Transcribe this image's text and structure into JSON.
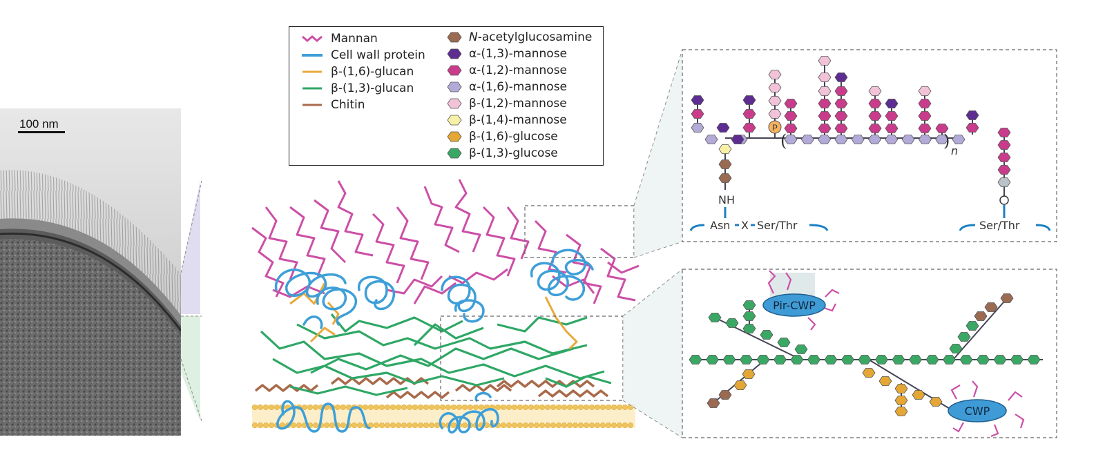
{
  "scale_bar": {
    "label": "100 nm"
  },
  "legend": {
    "lines": [
      {
        "label": "Mannan",
        "color": "#cc4fa6"
      },
      {
        "label": "Cell wall protein",
        "color": "#3e9fd8"
      },
      {
        "label": "β-(1,6)-glucan",
        "color": "#e8a93a"
      },
      {
        "label": "β-(1,3)-glucan",
        "color": "#2fa765"
      },
      {
        "label": "Chitin",
        "color": "#a86a4a"
      }
    ],
    "hexes": [
      {
        "label_prefix": "N",
        "label": "-acetylglucosamine",
        "color": "#9a6a52"
      },
      {
        "label_prefix": "",
        "label": "α-(1,3)-mannose",
        "color": "#5e2d91"
      },
      {
        "label_prefix": "",
        "label": "α-(1,2)-mannose",
        "color": "#c93c8c"
      },
      {
        "label_prefix": "",
        "label": "α-(1,6)-mannose",
        "color": "#b3aad8"
      },
      {
        "label_prefix": "",
        "label": "β-(1,2)-mannose",
        "color": "#f2c2d8"
      },
      {
        "label_prefix": "",
        "label": "β-(1,4)-mannose",
        "color": "#f7f0a6"
      },
      {
        "label_prefix": "",
        "label": "β-(1,6)-glucose",
        "color": "#e4a635"
      },
      {
        "label_prefix": "",
        "label": "β-(1,3)-glucose",
        "color": "#3aa864"
      }
    ]
  },
  "glycan_panel": {
    "phosphate": "P",
    "repeat_subscript": "n",
    "nh_label": "NH",
    "o_label": "O",
    "asn_label": "Asn",
    "x_label": "X",
    "serthr_left_label": "Ser/Thr",
    "serthr_right_label": "Ser/Thr"
  },
  "glucan_panel": {
    "pir_cwp_label": "Pir-CWP",
    "cwp_label": "CWP"
  },
  "colors": {
    "mannan": "#cc4fa6",
    "protein": "#3e9fd8",
    "b16glucan": "#e8a93a",
    "b13glucan": "#2fa765",
    "chitin": "#a86a4a",
    "membrane": "#f0c45a",
    "panel_border": "#666666",
    "callout_fill": "#e4ecec"
  }
}
